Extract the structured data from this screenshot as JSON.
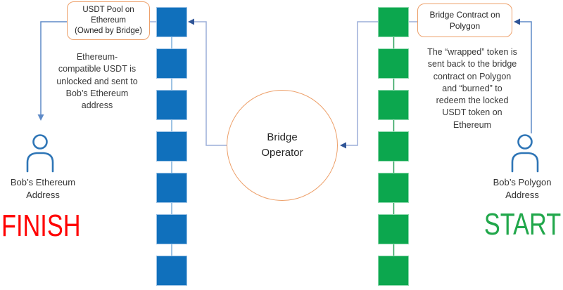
{
  "diagram": {
    "pool_box_label": "USDT Pool on\nEthereum\n(Owned by Bridge)",
    "contract_box_label": "Bridge Contract on\nPolygon",
    "operator_label": "Bridge\nOperator",
    "eth_note": "Ethereum-\ncompatible USDT is\nunlocked and sent to\nBob’s Ethereum\naddress",
    "poly_note": "The “wrapped” token is\nsent back to the bridge\ncontract on Polygon\nand “burned” to\nredeem the locked\nUSDT token on\nEthereum",
    "eth_actor_label": "Bob’s Ethereum\nAddress",
    "poly_actor_label": "Bob’s Polygon\nAddress",
    "finish_label": "FINISH",
    "start_label": "START",
    "chains": {
      "ethereum": {
        "block_name": "ethereum-block",
        "block_count": 7,
        "color": "#1070BC",
        "border": "#9CC2E5",
        "connector": "#7FAFDC"
      },
      "polygon": {
        "block_name": "polygon-block",
        "block_count": 7,
        "color": "#0CA74E",
        "border": "#8FD9AE",
        "connector": "#2FA35D"
      }
    },
    "colors": {
      "finish_text": "#FF0000",
      "start_text": "#21A74B",
      "shape_outline": "#EDA06A",
      "connector_light": "#9BAED9",
      "connector_blue": "#5E8AC7",
      "arrowhead_dark": "#2F5597",
      "person_outline": "#2E75B6",
      "body_text": "#3A3A3A"
    }
  }
}
